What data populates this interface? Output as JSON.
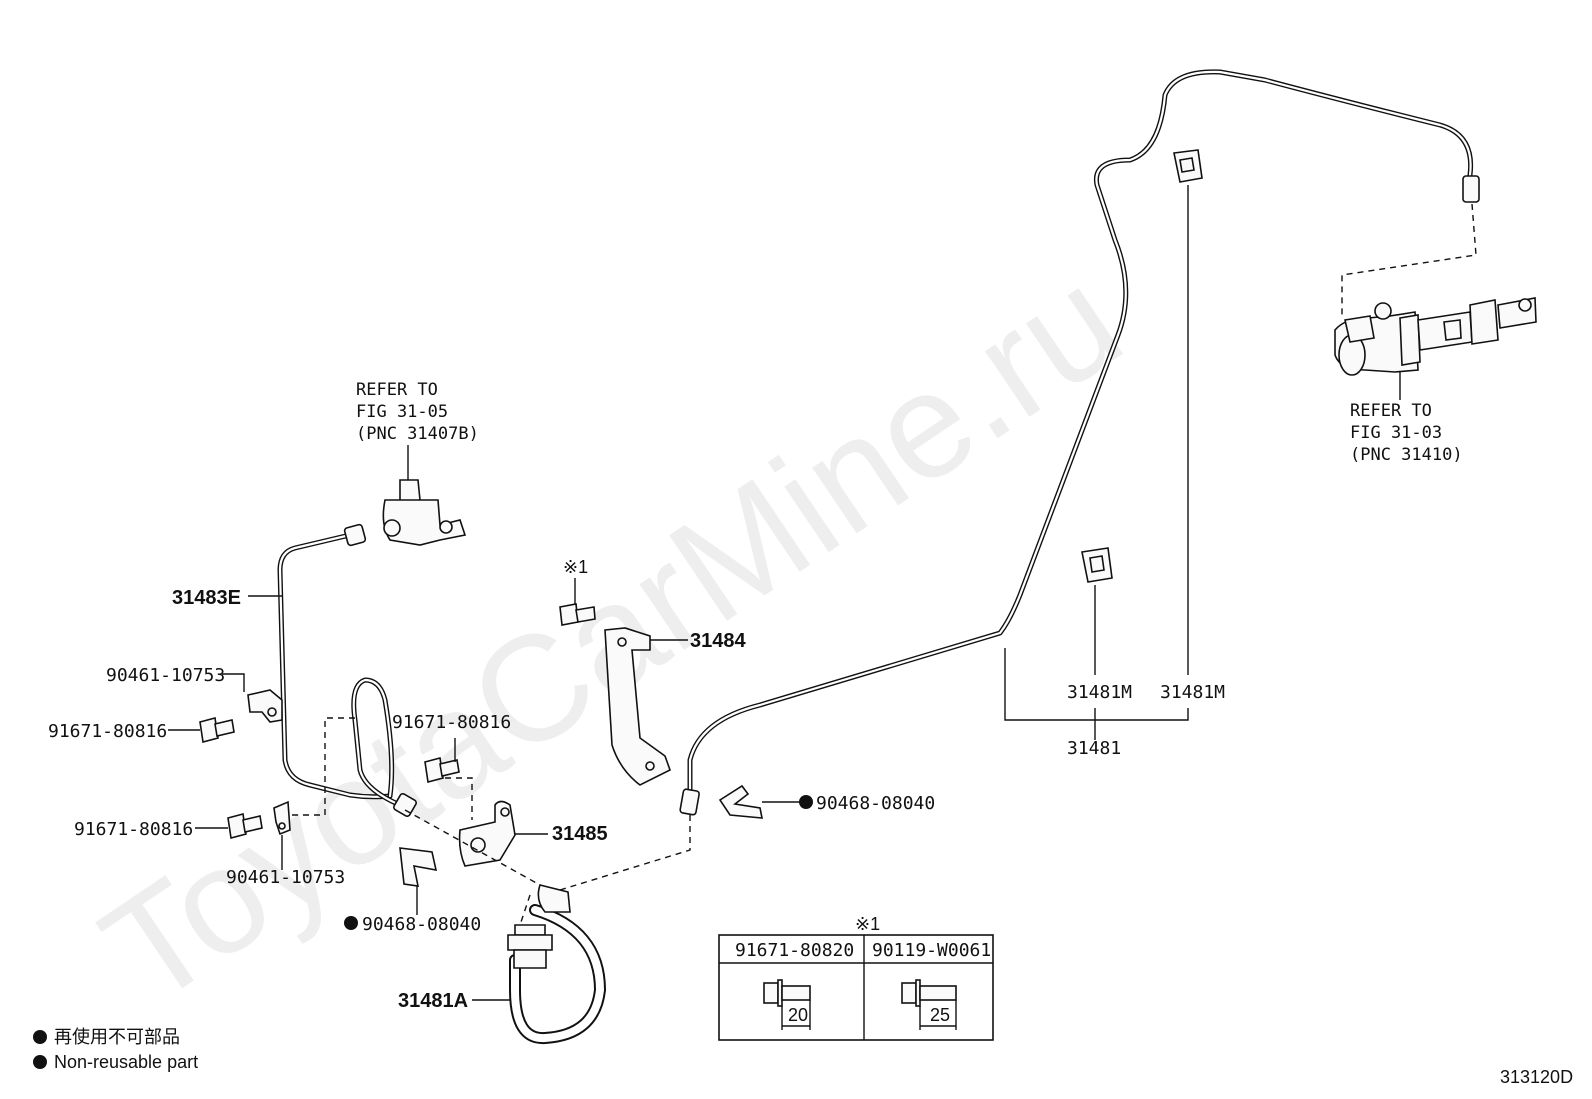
{
  "watermark": "ToyotaCarMine.ru",
  "diagram_code": "313120D",
  "refs": {
    "top_left": {
      "line1": "REFER TO",
      "line2": "FIG 31-05",
      "line3": "(PNC 31407B)"
    },
    "top_right": {
      "line1": "REFER TO",
      "line2": "FIG 31-03",
      "line3": "(PNC 31410)"
    }
  },
  "parts": {
    "p31483E": "31483E",
    "p90461_a": "90461-10753",
    "p91671_a": "91671-80816",
    "p91671_b": "91671-80816",
    "p91671_c": "91671-80816",
    "p90461_b": "90461-10753",
    "p90468_a": "90468-08040",
    "p90468_b": "90468-08040",
    "p31485": "31485",
    "p31484": "31484",
    "p31481A": "31481A",
    "p31481M_a": "31481M",
    "p31481M_b": "31481M",
    "p31481": "31481",
    "note1": "※1"
  },
  "table": {
    "note": "※1",
    "col1": {
      "header": "91671-80820",
      "dim": "20"
    },
    "col2": {
      "header": "90119-W0061",
      "dim": "25"
    }
  },
  "legend": {
    "line_jp": "再使用不可部品",
    "line_en": "Non-reusable part"
  }
}
